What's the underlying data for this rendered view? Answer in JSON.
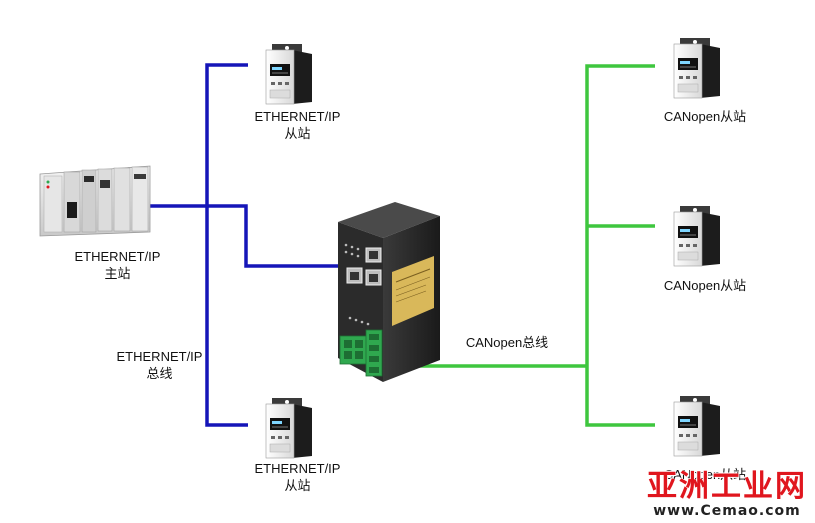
{
  "colors": {
    "ethernet_line": "#1515b8",
    "canopen_line": "#3ec63e",
    "device_body": "#f2f2f2",
    "device_dark": "#1c1c1c",
    "gateway_body": "#2d2d2d",
    "gateway_label": "#d9b85a",
    "terminal_green": "#2fa84f"
  },
  "labels": {
    "master": {
      "line1": "ETHERNET/IP",
      "line2": "主站"
    },
    "eth_bus": {
      "line1": "ETHERNET/IP",
      "line2": "总线"
    },
    "eth_slave_top": {
      "line1": "ETHERNET/IP",
      "line2": "从站"
    },
    "eth_slave_bottom": {
      "line1": "ETHERNET/IP",
      "line2": "从站"
    },
    "can_bus": "CANopen总线",
    "can_slave_1": "CANopen从站",
    "can_slave_2": "CANopen从站",
    "can_slave_3": "CANopen从站"
  },
  "watermark": {
    "main": "亚洲工业网",
    "sub": "www.Cemao.com"
  }
}
